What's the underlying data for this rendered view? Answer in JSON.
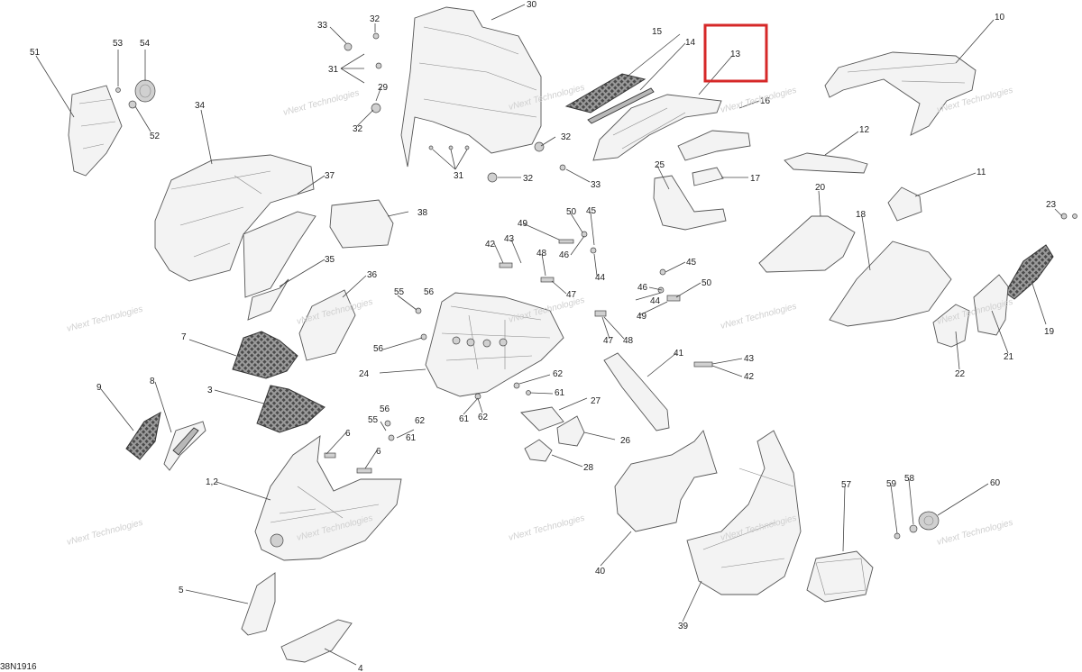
{
  "diagram": {
    "reference_code": "38N1916",
    "watermark": "vNext Technologies",
    "highlight_color": "#d62828",
    "highlighted_callout": "13",
    "callouts": [
      "1,2",
      "3",
      "4",
      "5",
      "6",
      "7",
      "8",
      "9",
      "10",
      "11",
      "12",
      "13",
      "14",
      "15",
      "16",
      "17",
      "20",
      "18",
      "19",
      "21",
      "22",
      "23",
      "24",
      "25",
      "26",
      "27",
      "28",
      "29",
      "30",
      "31",
      "32",
      "33",
      "34",
      "35",
      "36",
      "37",
      "38",
      "39",
      "40",
      "41",
      "42",
      "43",
      "44",
      "45",
      "46",
      "47",
      "48",
      "49",
      "50",
      "51",
      "52",
      "53",
      "54",
      "55",
      "56",
      "57",
      "58",
      "59",
      "60",
      "61",
      "62"
    ]
  }
}
